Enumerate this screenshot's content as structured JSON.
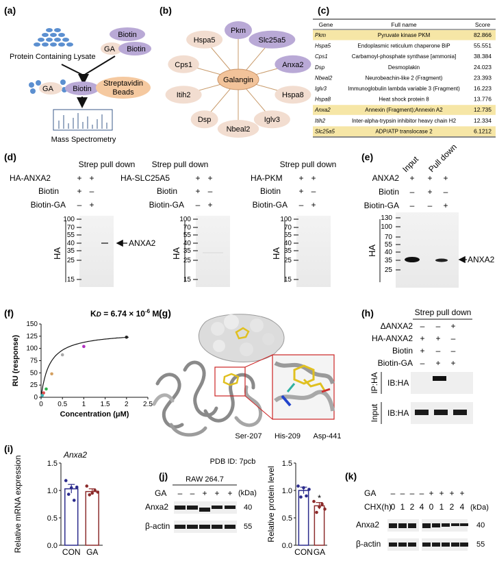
{
  "panel_letters": {
    "a": "(a)",
    "b": "(b)",
    "c": "(c)",
    "d": "(d)",
    "e": "(e)",
    "f": "(f)",
    "g": "(g)",
    "h": "(h)",
    "i": "(i)",
    "j": "(j)",
    "k": "(k)"
  },
  "panel_a": {
    "lysate_label": "Protein Containing Lysate",
    "biotin": "Biotin",
    "ga": "GA",
    "biotin2": "Biotin",
    "ga2": "GA",
    "biotin3": "Biotin",
    "strep": "Streptavidin",
    "beads": "Beads",
    "ms_label": "Mass  Spectrometry"
  },
  "panel_b": {
    "center": "Galangin",
    "nodes": [
      {
        "label": "Pkm",
        "kind": "purple"
      },
      {
        "label": "Slc25a5",
        "kind": "purple"
      },
      {
        "label": "Anxa2",
        "kind": "purple"
      },
      {
        "label": "Hspa8",
        "kind": "tan"
      },
      {
        "label": "Iglv3",
        "kind": "tan"
      },
      {
        "label": "Nbeal2",
        "kind": "tan"
      },
      {
        "label": "Dsp",
        "kind": "tan"
      },
      {
        "label": "Itih2",
        "kind": "tan"
      },
      {
        "label": "Cps1",
        "kind": "tan"
      },
      {
        "label": "Hspa5",
        "kind": "tan"
      }
    ],
    "colors": {
      "purple": "#b9a9d6",
      "tan": "#f2ddd0",
      "center": "#f2c39a"
    }
  },
  "panel_c": {
    "headers": [
      "Gene",
      "Full name",
      "Score"
    ],
    "rows": [
      {
        "gene": "Pkm",
        "name": "Pyruvate kinase PKM",
        "score": "82.866",
        "hl": true
      },
      {
        "gene": "Hspa5",
        "name": "Endoplasmic reticulum chaperone BiP",
        "score": "55.551",
        "hl": false
      },
      {
        "gene": "Cps1",
        "name": "Carbamoyl-phosphate synthase [ammonia]",
        "score": "38.384",
        "hl": false
      },
      {
        "gene": "Dsp",
        "name": "Desmoplakin",
        "score": "24.023",
        "hl": false
      },
      {
        "gene": "Nbeal2",
        "name": "Neurobeachin-like 2 (Fragment)",
        "score": "23.393",
        "hl": false
      },
      {
        "gene": "Iglv3",
        "name": "Immunoglobulin lambda variable 3 (Fragment)",
        "score": "16.223",
        "hl": false
      },
      {
        "gene": "Hspa8",
        "name": "Heat shock protein 8",
        "score": "13.776",
        "hl": false
      },
      {
        "gene": "Anxa2",
        "name": "Annexin (Fragment);Annexin A2",
        "score": "12.735",
        "hl": true
      },
      {
        "gene": "Itih2",
        "name": "Inter-alpha-trypsin inhibitor heavy chain H2",
        "score": "12.334",
        "hl": false
      },
      {
        "gene": "Slc25a5",
        "name": "ADP/ATP translocase 2",
        "score": "6.1212",
        "hl": true
      }
    ],
    "highlight_color": "#f6e6a6"
  },
  "panel_d": {
    "blots": [
      {
        "title": "Strep pull down",
        "construct": "HA-ANXA2",
        "arrow": "ANXA2"
      },
      {
        "title": "Strep pull down",
        "construct": "HA-SLC25A5",
        "arrow": ""
      },
      {
        "title": "Strep pull down",
        "construct": "HA-PKM",
        "arrow": ""
      }
    ],
    "row_biotin": "Biotin",
    "row_biotin_ga": "Biotin-GA",
    "signs_construct": [
      "+",
      "+"
    ],
    "signs_biotin": [
      "+",
      "–"
    ],
    "signs_biotin_ga": [
      "–",
      "+"
    ],
    "markers": [
      "100",
      "70",
      "55",
      "40",
      "35",
      "25",
      "15"
    ],
    "ha": "HA"
  },
  "panel_e": {
    "lanes": [
      "Input",
      "Pull down"
    ],
    "rows": [
      {
        "label": "ANXA2",
        "signs": [
          "+",
          "+",
          "+"
        ]
      },
      {
        "label": "Biotin",
        "signs": [
          "–",
          "+",
          "–"
        ]
      },
      {
        "label": "Biotin-GA",
        "signs": [
          "–",
          "–",
          "+"
        ]
      }
    ],
    "markers": [
      "130",
      "100",
      "70",
      "55",
      "40",
      "35",
      "25"
    ],
    "ha": "HA",
    "arrow": "ANXA2"
  },
  "panel_f": {
    "kd_prefix": "K",
    "kd_italic": "D",
    "kd_value": " = 6.74 × 10",
    "kd_exp": "-6",
    "kd_unit": " M",
    "chart_data": {
      "type": "scatter",
      "title": "KD = 6.74 × 10-6 M",
      "xlabel": "Concentration (μM)",
      "ylabel": "RU (response)",
      "xlim": [
        0,
        2.5
      ],
      "ylim": [
        0,
        150
      ],
      "xticks": [
        "0",
        "0.5",
        "1",
        "1.5",
        "2",
        "2.5"
      ],
      "yticks": [
        "0",
        "25",
        "50",
        "75",
        "100",
        "125",
        "150"
      ],
      "points": [
        {
          "x": 0.03,
          "y": 4,
          "color": "#3cb4b4"
        },
        {
          "x": 0.06,
          "y": 9,
          "color": "#e05050"
        },
        {
          "x": 0.12,
          "y": 17,
          "color": "#2fb04a"
        },
        {
          "x": 0.25,
          "y": 48,
          "color": "#d4a060"
        },
        {
          "x": 0.5,
          "y": 87,
          "color": "#a8a8a8"
        },
        {
          "x": 1.0,
          "y": 104,
          "color": "#b030c0"
        },
        {
          "x": 2.0,
          "y": 123,
          "color": "#222222"
        }
      ],
      "fit_rmax": 135,
      "fit_kd": 0.2
    }
  },
  "panel_g": {
    "residues": [
      "Ser-207",
      "His-209",
      "Asp-441"
    ],
    "pdb": "PDB ID: 7pcb"
  },
  "panel_h": {
    "title": "Strep pull down",
    "rows": [
      {
        "label": "ΔANXA2",
        "signs": [
          "–",
          "–",
          "+"
        ]
      },
      {
        "label": "HA-ANXA2",
        "signs": [
          "+",
          "+",
          "–"
        ]
      },
      {
        "label": "Biotin",
        "signs": [
          "+",
          "–",
          "–"
        ]
      },
      {
        "label": "Biotin-GA",
        "signs": [
          "–",
          "+",
          "+"
        ]
      }
    ],
    "ip": "IP:HA",
    "ib1": "IB:HA",
    "input": "Input",
    "ib2": "IB:HA"
  },
  "panel_i": {
    "title": "Anxa2",
    "chart_data": {
      "type": "bar",
      "categories": [
        "CON",
        "GA"
      ],
      "values": [
        1.03,
        0.98
      ],
      "errors": [
        0.08,
        0.05
      ],
      "points": [
        [
          1.18,
          0.93,
          1.05,
          0.82,
          1.06
        ],
        [
          1.08,
          0.92,
          0.95,
          1.0,
          0.97
        ]
      ],
      "ylabel": "Relative mRNA expression",
      "ylim": [
        0,
        1.5
      ],
      "yticks": [
        "0.0",
        "0.5",
        "1.0",
        "1.5"
      ],
      "colors": [
        "#2b2b8c",
        "#8c2b2b"
      ]
    }
  },
  "panel_j": {
    "cell": "RAW 264.7",
    "ga": "GA",
    "ga_signs": [
      "–",
      "–",
      "+",
      "+",
      "+"
    ],
    "kda": "(kDa)",
    "anxa2": "Anxa2",
    "actin": "β-actin",
    "mw1": "40",
    "mw2": "55",
    "chart_data": {
      "type": "bar",
      "categories": [
        "CON",
        "GA"
      ],
      "values": [
        1.0,
        0.72
      ],
      "errors": [
        0.06,
        0.06
      ],
      "points": [
        [
          1.08,
          0.88,
          1.05,
          0.9,
          1.02
        ],
        [
          0.8,
          0.6,
          0.7,
          0.75,
          0.66
        ]
      ],
      "ylabel": "Relative protein level",
      "ylim": [
        0,
        1.5
      ],
      "yticks": [
        "0.0",
        "0.5",
        "1.0",
        "1.5"
      ],
      "significance": "*",
      "colors": [
        "#2b2b8c",
        "#8c2b2b"
      ]
    }
  },
  "panel_k": {
    "ga": "GA",
    "ga_signs": [
      "–",
      "–",
      "–",
      "–",
      "+",
      "+",
      "+",
      "+"
    ],
    "chx": "CHX(h)",
    "chx_values": [
      "0",
      "1",
      "2",
      "4",
      "0",
      "1",
      "2",
      "4"
    ],
    "kda": "(kDa)",
    "anxa2": "Anxa2",
    "actin": "β-actin",
    "mw1": "40",
    "mw2": "55"
  }
}
